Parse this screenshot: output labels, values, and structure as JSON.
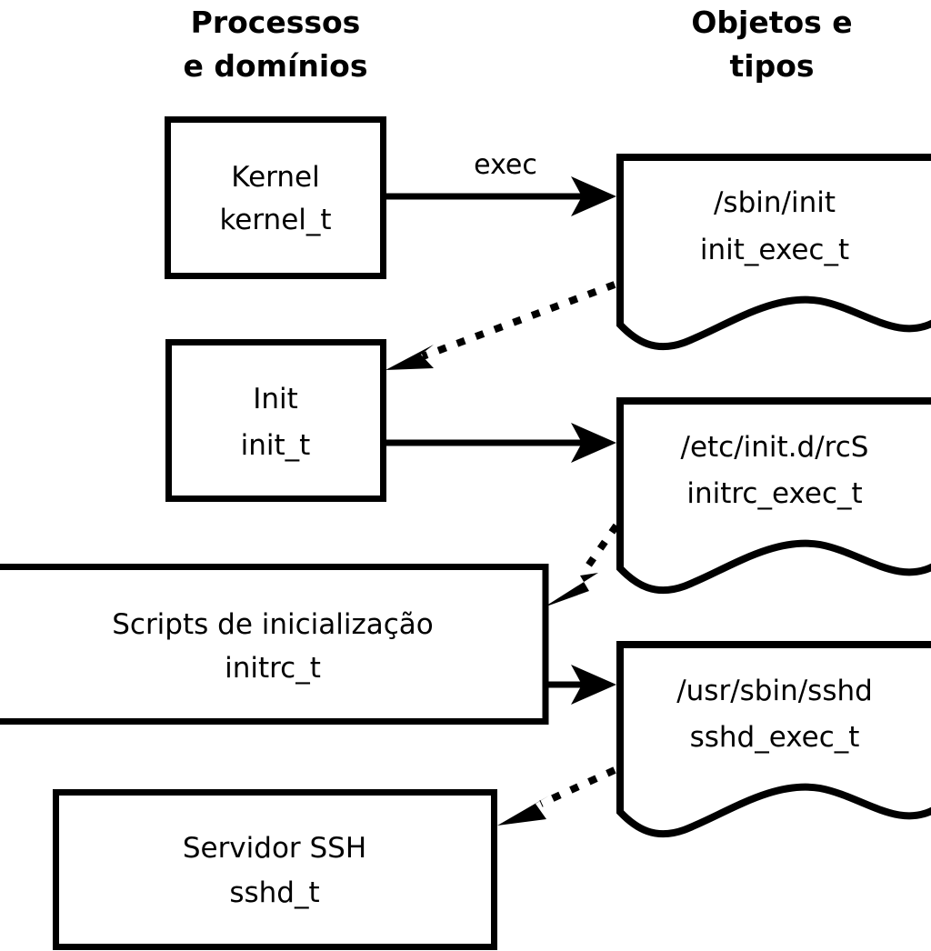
{
  "diagram": {
    "title_left": "Processos\ne domínios",
    "columns": [
      {
        "id": "left",
        "line1": "Processos",
        "line2": "e domínios"
      },
      {
        "id": "right",
        "line1": "Objetos e",
        "line2": "tipos"
      }
    ],
    "processes": [
      {
        "id": "kernel",
        "line1": "Kernel",
        "line2": "kernel_t"
      },
      {
        "id": "init",
        "line1": "Init",
        "line2": "init_t"
      },
      {
        "id": "initrc",
        "line1": "Scripts de inicialização",
        "line2": "initrc_t"
      },
      {
        "id": "sshd",
        "line1": "Servidor SSH",
        "line2": "sshd_t"
      }
    ],
    "objects": [
      {
        "id": "init_exec",
        "line1": "/sbin/init",
        "line2": "init_exec_t"
      },
      {
        "id": "initrc_exec",
        "line1": "/etc/init.d/rcS",
        "line2": "initrc_exec_t"
      },
      {
        "id": "sshd_exec",
        "line1": "/usr/sbin/sshd",
        "line2": "sshd_exec_t"
      }
    ],
    "edges": [
      {
        "id": "kernel-to-init-exec",
        "label": "exec",
        "style": "solid",
        "from": "kernel",
        "to": "init_exec"
      },
      {
        "id": "init-exec-to-init",
        "label": "",
        "style": "dotted",
        "from": "init_exec",
        "to": "init"
      },
      {
        "id": "init-to-initrc-exec",
        "label": "",
        "style": "solid",
        "from": "init",
        "to": "initrc_exec"
      },
      {
        "id": "initrc-exec-to-initrc",
        "label": "",
        "style": "dotted",
        "from": "initrc_exec",
        "to": "initrc"
      },
      {
        "id": "initrc-to-sshd-exec",
        "label": "",
        "style": "solid",
        "from": "initrc",
        "to": "sshd_exec"
      },
      {
        "id": "sshd-exec-to-sshd",
        "label": "",
        "style": "dotted",
        "from": "sshd_exec",
        "to": "sshd"
      }
    ],
    "colors": {
      "background": "#ffffff",
      "stroke": "#000000",
      "text": "#000000"
    }
  }
}
